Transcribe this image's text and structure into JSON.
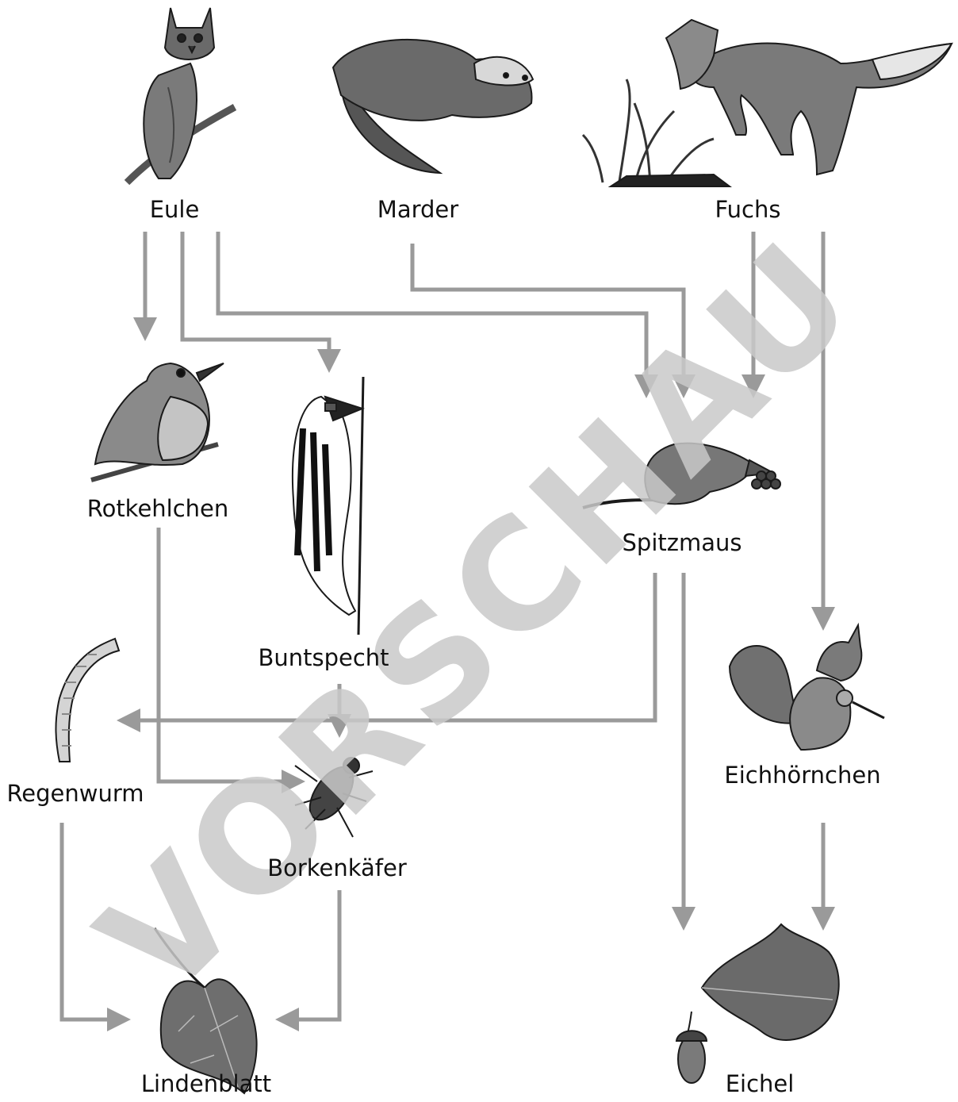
{
  "labels": {
    "eule": "Eule",
    "marder": "Marder",
    "fuchs": "Fuchs",
    "rotkehlchen": "Rotkehlchen",
    "buntspecht": "Buntspecht",
    "spitzmaus": "Spitzmaus",
    "regenwurm": "Regenwurm",
    "borkenkaefer": "Borkenkäfer",
    "eichhoernchen": "Eichhörnchen",
    "lindenblatt": "Lindenblatt",
    "eichel": "Eichel"
  },
  "watermark": "VORSCHAU",
  "colors": {
    "arrow": "#9a9a9a",
    "ink": "#1a1a1a",
    "shade": "#6e6e6e"
  }
}
